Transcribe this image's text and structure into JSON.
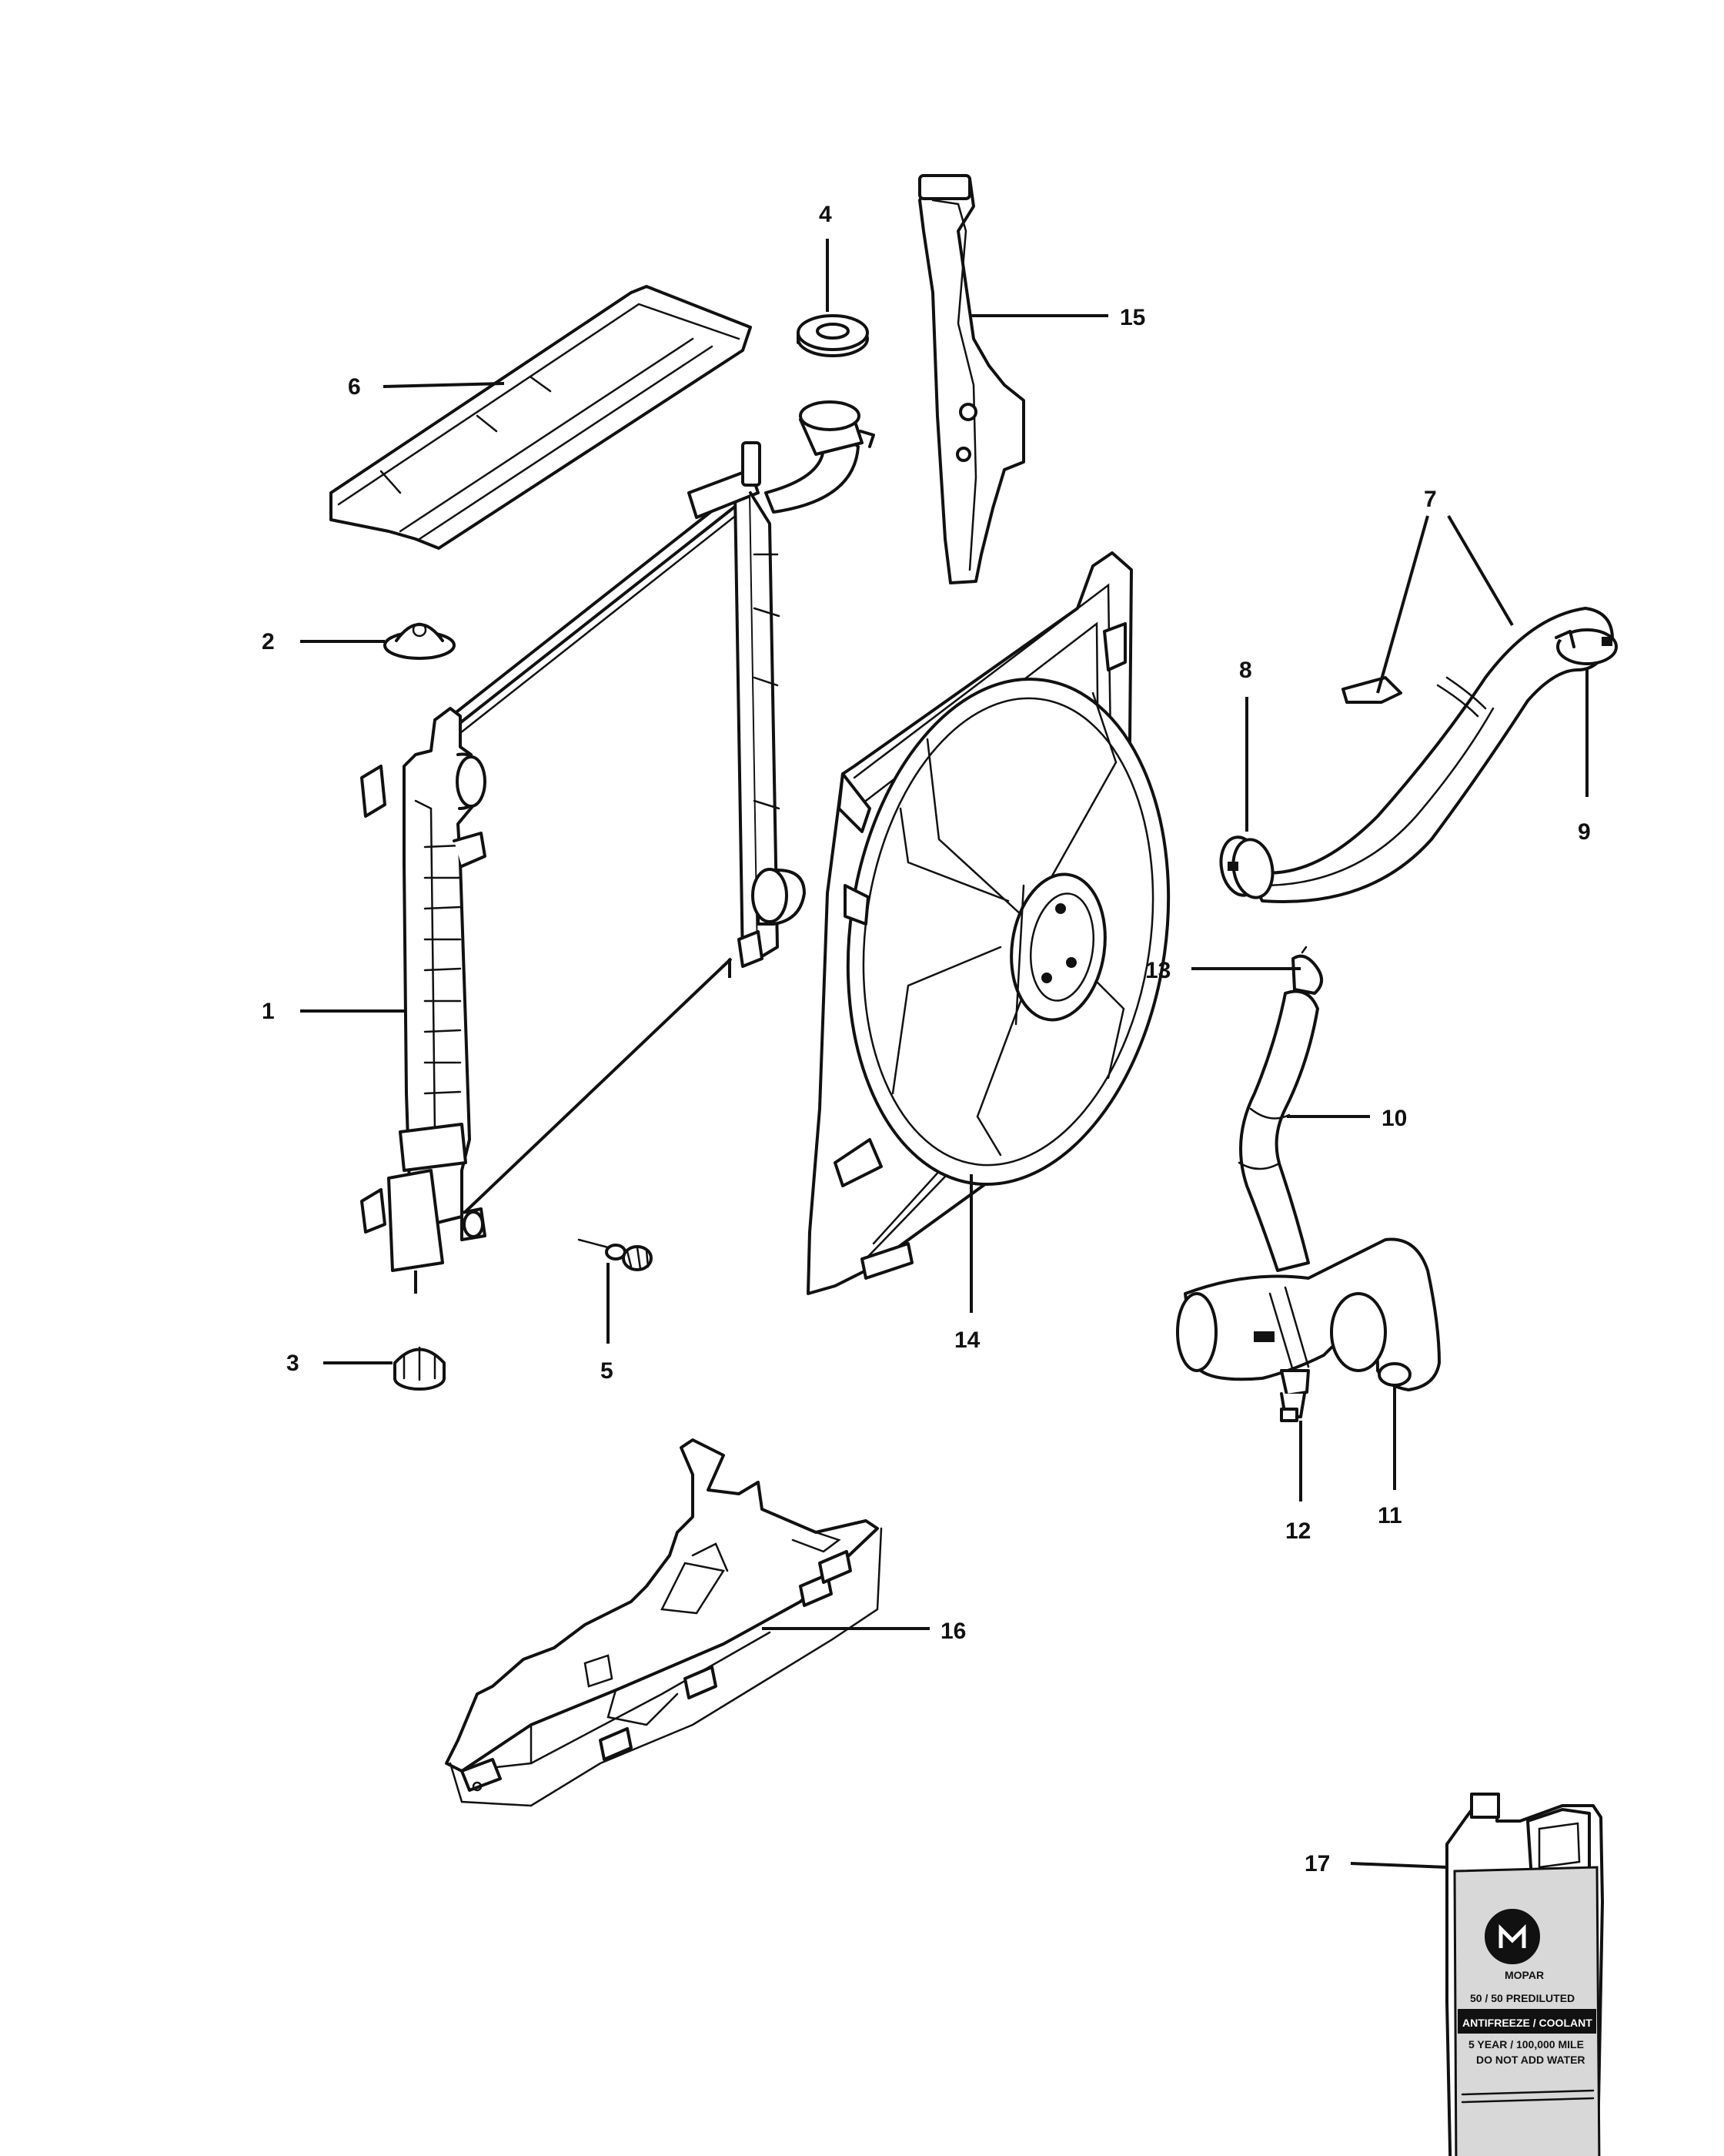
{
  "callouts": [
    {
      "id": "1",
      "text": "1"
    },
    {
      "id": "2",
      "text": "2"
    },
    {
      "id": "3",
      "text": "3"
    },
    {
      "id": "4",
      "text": "4"
    },
    {
      "id": "5",
      "text": "5"
    },
    {
      "id": "6",
      "text": "6"
    },
    {
      "id": "7",
      "text": "7"
    },
    {
      "id": "8",
      "text": "8"
    },
    {
      "id": "9",
      "text": "9"
    },
    {
      "id": "10",
      "text": "10"
    },
    {
      "id": "11",
      "text": "11"
    },
    {
      "id": "12",
      "text": "12"
    },
    {
      "id": "13",
      "text": "13"
    },
    {
      "id": "14",
      "text": "14"
    },
    {
      "id": "15",
      "text": "15"
    },
    {
      "id": "16",
      "text": "16"
    },
    {
      "id": "17",
      "text": "17"
    }
  ],
  "coolant_bottle": {
    "brand": "MOPAR",
    "line1": "50 / 50 PREDILUTED",
    "line2": "ANTIFREEZE / COOLANT",
    "line3": "5 YEAR / 100,000 MILE",
    "line4": "DO NOT ADD WATER"
  },
  "colors": {
    "line": "#111111",
    "background": "#ffffff"
  }
}
